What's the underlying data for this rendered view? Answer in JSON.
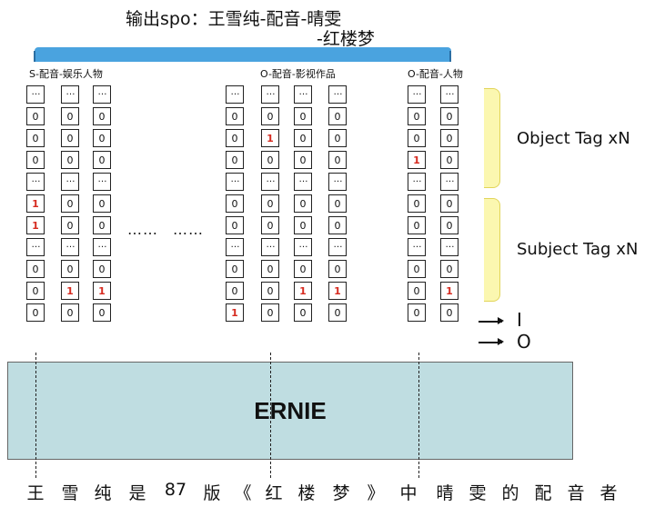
{
  "header": {
    "line1": "输出spo：王雪纯-配音-晴雯",
    "line2": "-红楼梦"
  },
  "groups": [
    {
      "label": "S-配音-娱乐人物"
    },
    {
      "label": "O-配音-影视作品"
    },
    {
      "label": "O-配音-人物"
    }
  ],
  "ellipsis_symbol": "…",
  "columns": [
    [
      "…",
      "0",
      "0",
      "0",
      "…",
      "1",
      "1",
      "…",
      "0",
      "0",
      "0"
    ],
    [
      "…",
      "0",
      "0",
      "0",
      "…",
      "0",
      "0",
      "…",
      "0",
      "1",
      "0"
    ],
    [
      "…",
      "0",
      "0",
      "0",
      "…",
      "0",
      "0",
      "…",
      "0",
      "1",
      "0"
    ],
    [
      "…",
      "0",
      "0",
      "0",
      "…",
      "0",
      "0",
      "…",
      "0",
      "0",
      "1"
    ],
    [
      "…",
      "0",
      "1",
      "0",
      "…",
      "0",
      "0",
      "…",
      "0",
      "0",
      "0"
    ],
    [
      "…",
      "0",
      "0",
      "0",
      "…",
      "0",
      "0",
      "…",
      "0",
      "1",
      "0"
    ],
    [
      "…",
      "0",
      "0",
      "0",
      "…",
      "0",
      "0",
      "…",
      "0",
      "1",
      "0"
    ],
    [
      "…",
      "0",
      "0",
      "1",
      "…",
      "0",
      "0",
      "…",
      "0",
      "0",
      "0"
    ],
    [
      "…",
      "0",
      "0",
      "0",
      "…",
      "0",
      "0",
      "…",
      "0",
      "1",
      "0"
    ]
  ],
  "gap_dots": [
    "……",
    "……"
  ],
  "tags": {
    "object": "Object Tag xN",
    "subject": "Subject Tag xN",
    "i_label": "I",
    "o_label": "O"
  },
  "model": {
    "name": "ERNIE"
  },
  "sentence": [
    "王",
    "雪",
    "纯",
    "是",
    "87",
    "版",
    "《",
    "红",
    "楼",
    "梦",
    "》",
    "中",
    "晴",
    "雯",
    "的",
    "配",
    "音",
    "者"
  ]
}
